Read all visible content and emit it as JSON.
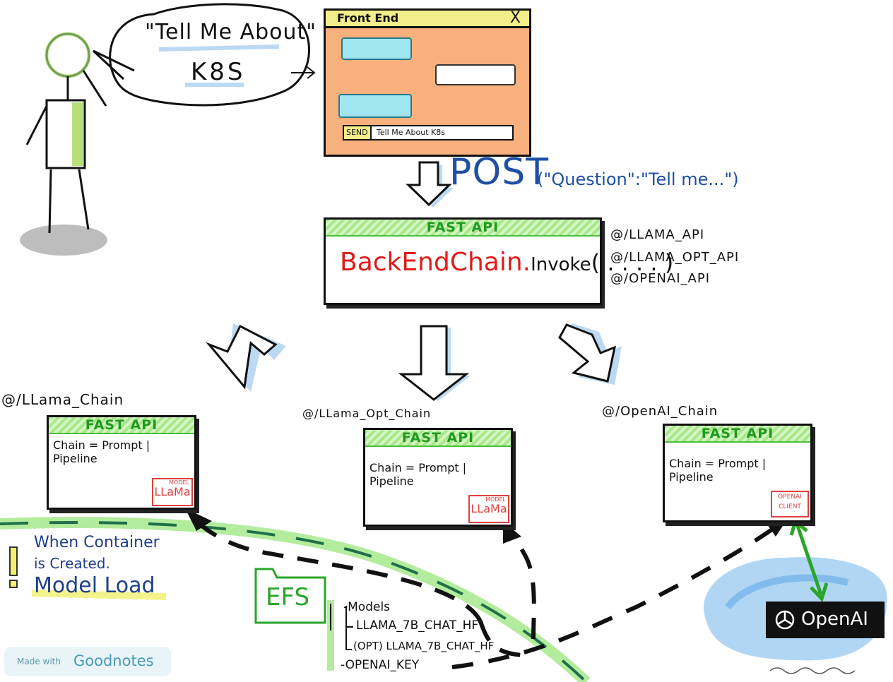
{
  "speech": {
    "line1": "\"Tell Me About\"",
    "line2": "K8S"
  },
  "frontend": {
    "title": "Front End",
    "close": "X",
    "send_label": "SEND",
    "input_value": "Tell Me About K8s"
  },
  "post": {
    "method": "POST",
    "payload": "(\"Question\":\"Tell me...\")"
  },
  "main_api": {
    "header": "FAST API",
    "invoke_name": "BackEndChain.",
    "invoke_method": "Invoke",
    "invoke_args": "( . . . . )",
    "routes": [
      "@/LLAMA_API",
      "@/LLAMA_OPT_API",
      "@/OPENAI_API"
    ]
  },
  "chains": [
    {
      "route": "@/LLama_Chain",
      "header": "FAST API",
      "text": "Chain = Prompt | Pipeline",
      "badge_top": "MODEL",
      "badge_main": "LLaMa"
    },
    {
      "route": "@/LLama_Opt_Chain",
      "header": "FAST API",
      "text": "Chain = Prompt | Pipeline",
      "badge_top": "MODEL",
      "badge_main": "LLaMa"
    },
    {
      "route": "@/OpenAI_Chain",
      "header": "FAST API",
      "text": "Chain = Prompt | Pipeline",
      "badge_top": "OPENAI",
      "badge_main": "CLIENT"
    }
  ],
  "note": {
    "line1": "When Container",
    "line2": "is Created.",
    "line3": "Model Load"
  },
  "efs": {
    "label": "EFS",
    "items": [
      "-Models",
      "LLAMA_7B_CHAT_HF",
      "(OPT) LLAMA_7B_CHAT_HF",
      "-OPENAI_KEY"
    ]
  },
  "openai_logo": "OpenAI",
  "watermark": {
    "prefix": "Made with",
    "brand": "Goodnotes"
  },
  "colors": {
    "frontend_bg": "#f8b07c",
    "frontend_title_bg": "#f4ee8a",
    "bubble": "#9fe6f0",
    "api_green": "#1f9a1f",
    "accent_red": "#e01b1b",
    "post_blue": "#1e4fa3",
    "arrow_shadow": "#bcd9f3",
    "cloud_blue": "#8fc3ef"
  }
}
